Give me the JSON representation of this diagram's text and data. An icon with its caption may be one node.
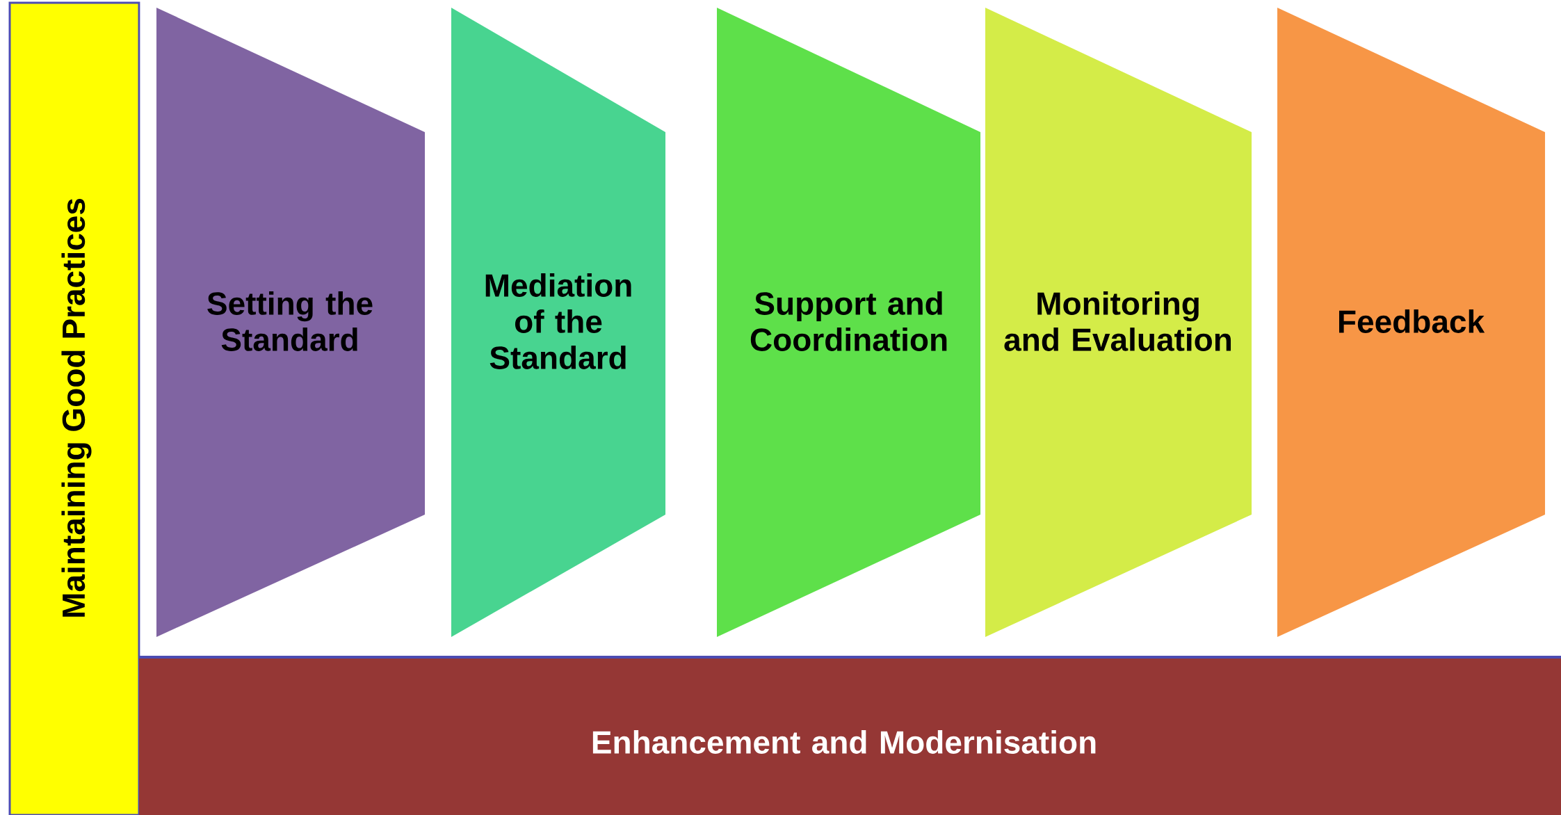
{
  "diagram": {
    "nodes": [
      {
        "text": [
          "Maintaining Good Practices"
        ]
      },
      {
        "text": [
          "Setting the Standard"
        ]
      },
      {
        "text": [
          "Mediation of the Standard"
        ]
      },
      {
        "text": [
          "Support and Coordination"
        ]
      },
      {
        "text": [
          "Monitoring and Evaluation"
        ]
      },
      {
        "text": [
          "Feedback"
        ]
      },
      {
        "text": [
          "Enhancement and Modernisation"
        ]
      }
    ]
  }
}
